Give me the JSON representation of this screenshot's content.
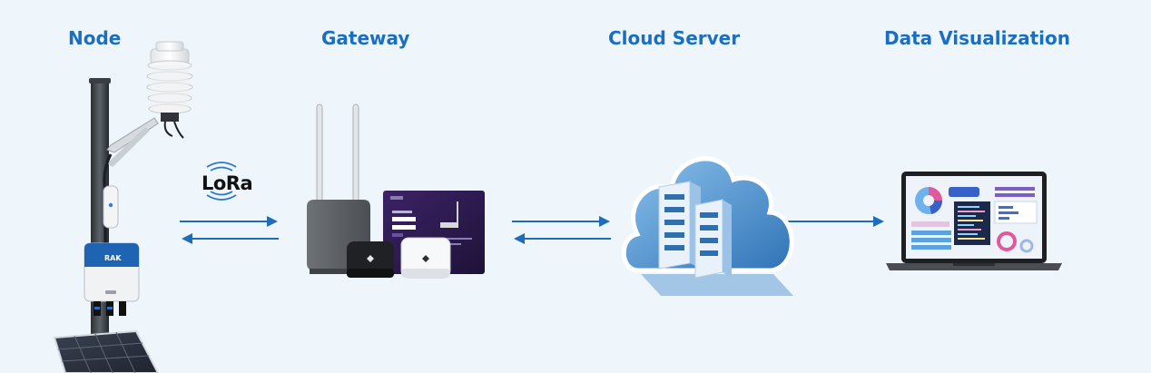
{
  "titles": {
    "node": "Node",
    "gateway": "Gateway",
    "cloud": "Cloud Server",
    "visualization": "Data Visualization"
  },
  "lora_label": "LoRa",
  "node_brand": "RAK",
  "colors": {
    "title": "#1a6fc2",
    "arrow": "#1f6cb8",
    "background": "#eff6fb",
    "cloud": "#3d84c4",
    "purple_panel": "#2d1a4d"
  }
}
